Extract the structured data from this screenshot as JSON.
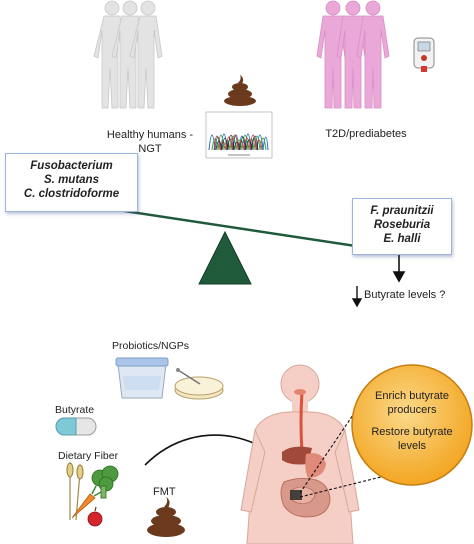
{
  "top": {
    "healthy_label_line1": "Healthy humans -",
    "healthy_label_line2": "NGT",
    "t2d_label": "T2D/prediabetes"
  },
  "left_box": [
    "Fusobacterium",
    "S. mutans",
    "C. clostridoforme"
  ],
  "right_box": [
    "F. praunitzii",
    "Roseburia",
    "E. halli"
  ],
  "butyrate_levels": "Butyrate levels ?",
  "interventions": {
    "probiotics": "Probiotics/NGPs",
    "butyrate": "Butyrate",
    "dietary_fiber": "Dietary Fiber",
    "fmt": "FMT"
  },
  "circle": {
    "line1": "Enrich butyrate",
    "line2": "producers",
    "line3": "Restore butyrate",
    "line4": "levels"
  },
  "colors": {
    "seesaw": "#1f5a3a",
    "healthy_figures": "#d9d9d9",
    "t2d_figures": "#e8a6d6",
    "circle_fill": "#f6b23c",
    "circle_stroke": "#c77d10",
    "stool": "#6b3a1c",
    "body": "#f5cfc6"
  }
}
